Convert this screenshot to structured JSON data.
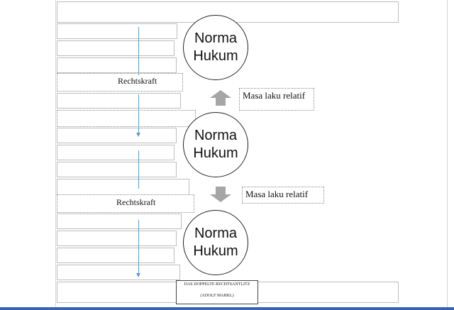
{
  "diagram": {
    "circles": [
      {
        "line1": "Norma",
        "line2": "Hukum"
      },
      {
        "line1": "Norma",
        "line2": "Hukum"
      },
      {
        "line1": "Norma",
        "line2": "Hukum"
      }
    ],
    "rechtskraft_labels": [
      "Rechtskraft",
      "Rechtskraft"
    ],
    "masa_labels": [
      "Masa laku relatif",
      "Masa laku relatif"
    ],
    "arrow_directions": [
      "up",
      "down"
    ],
    "caption": {
      "title": "DAS DOPPELTE RECHTSANTLITZ",
      "author": "(ADOLF MARKL)"
    },
    "colors": {
      "connector": "#5b9bd5",
      "block_arrow": "#a6a6a6",
      "taskbar": "#3a63b5"
    }
  }
}
